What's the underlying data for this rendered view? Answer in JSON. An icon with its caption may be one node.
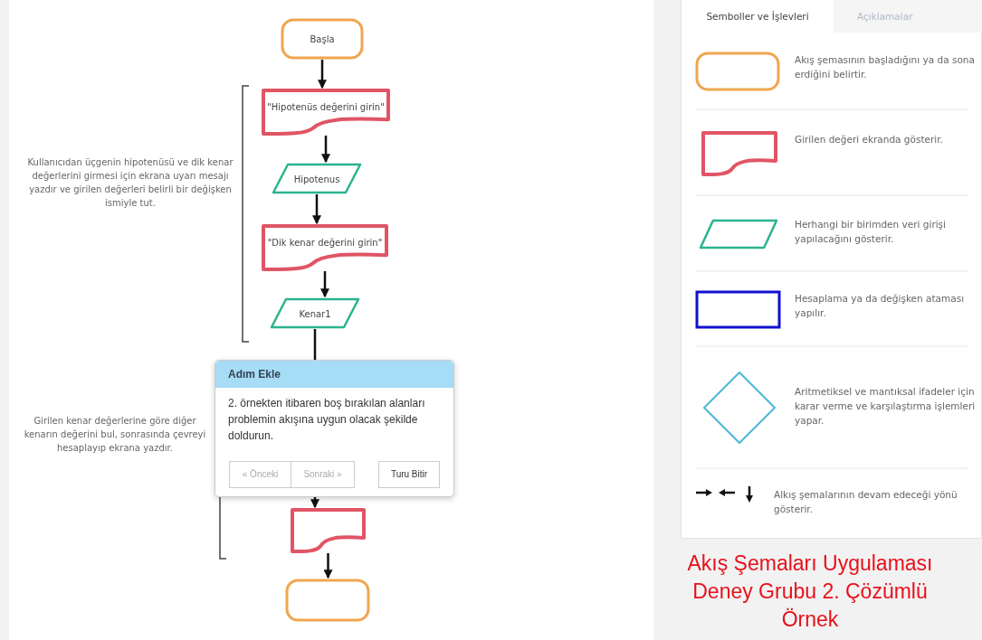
{
  "diagram": {
    "caption": "Akış Şemaları Uygulaması Deney Grubu 2. Çözümlü Örnek",
    "nodes": [
      {
        "text": [
          "Başla"
        ]
      },
      {
        "text": [
          "\"Hipotenüs değerini girin\""
        ]
      },
      {
        "text": [
          "Hipotenus"
        ]
      },
      {
        "text": [
          "\"Dik kenar değerini girin\""
        ]
      },
      {
        "text": [
          "Kenar1"
        ]
      },
      {
        "text": [],
        "shape": "document"
      },
      {
        "text": [],
        "shape": "box"
      }
    ],
    "edges": [
      {
        "from": 0,
        "to": 1,
        "arrow": "to"
      },
      {
        "from": 1,
        "to": 2,
        "arrow": "to"
      },
      {
        "from": 2,
        "to": 3,
        "arrow": "to"
      },
      {
        "from": 3,
        "to": 4,
        "arrow": "to"
      },
      {
        "from": 4,
        "to": 5,
        "arrow": "to"
      },
      {
        "from": 5,
        "to": 6,
        "arrow": "to"
      }
    ],
    "labels": [
      "Semboller ve İşlevleri",
      "Açıklamalar",
      "Kullanıcıdan üçgenin hipotenüsü ve dik kenar değerlerini girmesi için ekrana uyarı mesajı yazdır ve girilen değerleri belirli bir değişken ismiyle tut.",
      "Adım Ekle",
      "2. örnekten itibaren boş bırakılan alanları problemin akışına uygun olacak şekilde doldurun.",
      "« Önceki",
      "Sonraki »",
      "Turu Bitir",
      "Girilen kenar değerlerine göre diğer kenarın değerini bul, sonrasında çevreyi hesaplayıp ekrana yazdır."
    ],
    "legend": [
      {
        "text": "Akış şemasının başladığını ya da sona erdiğini belirtir."
      },
      {
        "text": "Girilen değeri ekranda gösterir."
      },
      {
        "text": "Herhangi bir birimden veri girişi yapılacağını gösterir."
      },
      {
        "text": "Hesaplama ya da değişken ataması yapılır."
      },
      {
        "text": "Aritmetiksel ve mantıksal ifadeler için karar verme ve karşılaştırma işlemleri yapar."
      },
      {
        "text": "Alkış şemalarının devam edeceği yönü gösterir."
      }
    ]
  }
}
